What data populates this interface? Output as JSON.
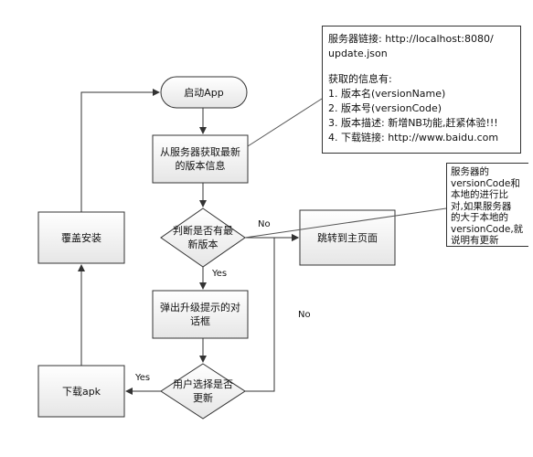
{
  "nodes": {
    "start": "启动App",
    "fetch": [
      "从服务器获取最新",
      "的版本信息"
    ],
    "decision_version": [
      "判断是否有最",
      "新版本"
    ],
    "goto_home": "跳转到主页面",
    "popup": [
      "弹出升级提示的对",
      "话框"
    ],
    "decision_user": [
      "用户选择是否",
      "更新"
    ],
    "download": "下载apk",
    "install": "覆盖安装"
  },
  "labels": {
    "no_top": "No",
    "yes_mid": "Yes",
    "no_side": "No",
    "yes_bottom": "Yes"
  },
  "note_server": [
    "服务器链接: http://localhost:8080/",
    "update.json",
    "",
    "获取的信息有:",
    "1. 版本名(versionName)",
    "2. 版本号(versionCode)",
    "3. 版本描述: 新增NB功能,赶紧体验!!!",
    "4. 下载链接: http://www.baidu.com"
  ],
  "note_compare": [
    "服务器的",
    "versionCode和",
    "本地的进行比",
    "对,如果服务器",
    "的大于本地的",
    "versionCode,就",
    "说明有更新"
  ]
}
